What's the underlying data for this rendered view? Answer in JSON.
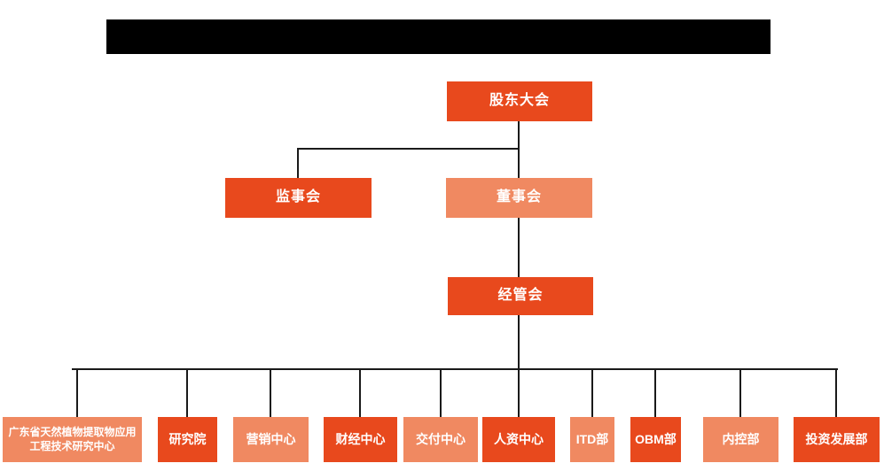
{
  "title_bar": {
    "type": "redacted-black-bar",
    "text": ""
  },
  "colors": {
    "primary": "#E8491D",
    "secondary": "#F08961",
    "line": "#1A1A1A",
    "box_text": "#FFFFFF",
    "background": "#FFFFFF"
  },
  "org": {
    "root": {
      "label": "股东大会",
      "variant": "primary"
    },
    "level2": [
      {
        "label": "监事会",
        "variant": "primary"
      },
      {
        "label": "董事会",
        "variant": "secondary"
      }
    ],
    "level3": {
      "label": "经管会",
      "variant": "primary"
    },
    "departments": [
      {
        "label": "广东省天然植物提取物应用工程技术研究中心",
        "variant": "secondary"
      },
      {
        "label": "研究院",
        "variant": "primary"
      },
      {
        "label": "营销中心",
        "variant": "secondary"
      },
      {
        "label": "财经中心",
        "variant": "primary"
      },
      {
        "label": "交付中心",
        "variant": "secondary"
      },
      {
        "label": "人资中心",
        "variant": "primary"
      },
      {
        "label": "ITD部",
        "variant": "secondary"
      },
      {
        "label": "OBM部",
        "variant": "primary"
      },
      {
        "label": "内控部",
        "variant": "secondary"
      },
      {
        "label": "投资发展部",
        "variant": "primary"
      }
    ]
  }
}
